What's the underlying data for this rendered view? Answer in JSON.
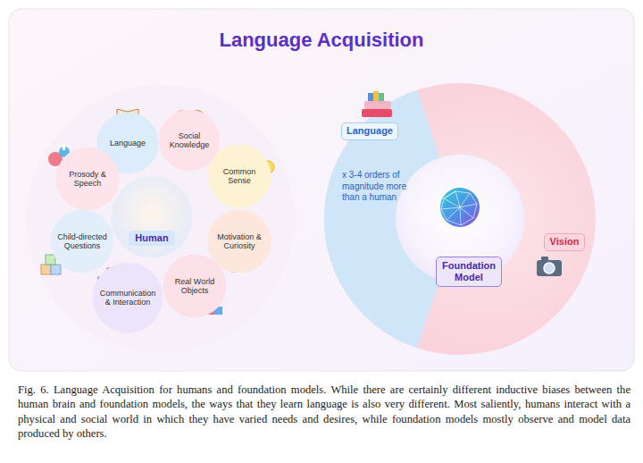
{
  "diagram": {
    "title": "Language Acquisition",
    "caption": "Fig. 6. Language Acquisition for humans and foundation models. While there are certainly different inductive biases between the human brain and foundation models, the ways that they learn language is also very different. Most saliently, humans interact with a physical and social world in which they have varied needs and desires, while foundation models mostly observe and model data produced by others.",
    "nodes": [
      {
        "text": [
          "Language"
        ]
      },
      {
        "text": [
          "Social Knowledge"
        ]
      },
      {
        "text": [
          "Prosody & Speech"
        ]
      },
      {
        "text": [
          "Common Sense"
        ]
      },
      {
        "text": [
          "Human"
        ]
      },
      {
        "text": [
          "Child-directed Questions"
        ]
      },
      {
        "text": [
          "Motivation & Curiosity"
        ]
      },
      {
        "text": [
          "Real World Objects"
        ]
      },
      {
        "text": [
          "Communication & Interaction"
        ]
      },
      {
        "text": [
          "Language"
        ]
      },
      {
        "text": [
          "Foundation Model"
        ]
      },
      {
        "text": [
          "Vision"
        ]
      }
    ],
    "labels": [
      "x 3-4 orders of magnitude more than a human"
    ]
  }
}
